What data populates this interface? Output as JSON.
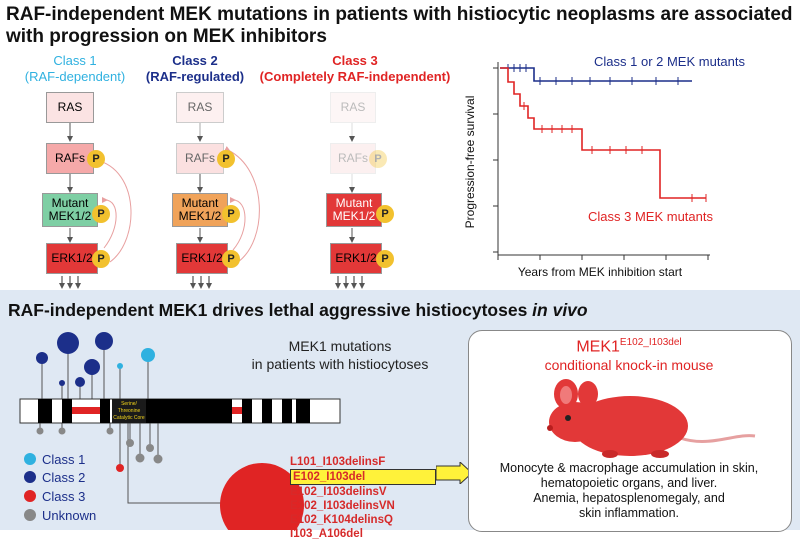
{
  "top": {
    "title_line1": "RAF-independent MEK mutations in patients with histiocytic neoplasms are associated",
    "title_line2": "with progression on MEK inhibitors",
    "class1": {
      "name": "Class 1",
      "sub": "(RAF-dependent)"
    },
    "class2": {
      "name": "Class 2",
      "sub": "(RAF-regulated)"
    },
    "class3": {
      "name": "Class 3",
      "sub": "(Completely RAF-independent)"
    },
    "ras": "RAS",
    "rafs": "RAFs",
    "mutant": "Mutant",
    "mek": "MEK1/2",
    "erk": "ERK1/2",
    "p": "P"
  },
  "survival": {
    "ylabel": "Progression-free survival",
    "xlabel": "Years from MEK inhibition start",
    "label_blue": "Class 1 or 2 MEK mutants",
    "label_red": "Class 3 MEK mutants"
  },
  "bottom": {
    "title_main": "RAF-independent MEK1 drives lethal aggressive histiocytoses ",
    "title_em": "in vivo",
    "mek1_line1": "MEK1 mutations",
    "mek1_line2": "in patients with histiocytoses",
    "core_lines": [
      "Serine/",
      "Threonine",
      "Catalytic Core"
    ],
    "legend": [
      "Class 1",
      "Class 2",
      "Class 3",
      "Unknown"
    ],
    "mutations": [
      "L101_I103delinsF",
      "E102_I103del",
      "E102_I103delinsV",
      "E102_I103delinsVN",
      "E102_K104delinsQ",
      "I103_A106del"
    ],
    "mouse_title_main": "MEK1",
    "mouse_title_sup": "E102_I103del",
    "mouse_sub": "conditional knock-in mouse",
    "desc": [
      "Monocyte & macrophage accumulation in skin,",
      "hematopoietic organs, and liver.",
      "Anemia, hepatosplenomegaly, and",
      "skin inflammation."
    ]
  },
  "colors": {
    "class1": "#2fb1e0",
    "class2": "#1c2f8a",
    "class3": "#e02424",
    "unknown": "#888888",
    "p": "#f2c12e"
  }
}
